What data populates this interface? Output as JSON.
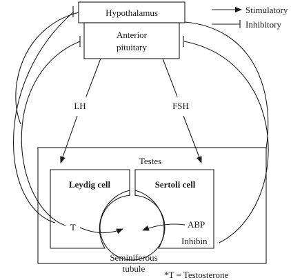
{
  "legend": {
    "stimulatory": "Stimulatory",
    "inhibitory": "Inhibitory"
  },
  "nodes": {
    "hypothalamus": "Hypothalamus",
    "anterior_pituitary_line1": "Anterior",
    "anterior_pituitary_line2": "pituitary",
    "testes": "Testes",
    "leydig": "Leydig cell",
    "sertoli": "Sertoli cell",
    "seminiferous_line1": "Seminiferous",
    "seminiferous_line2": "tubule"
  },
  "labels": {
    "lh": "LH",
    "fsh": "FSH",
    "t": "T",
    "abp": "ABP",
    "inhibin": "Inhibin"
  },
  "footnote": "*T = Testosterone"
}
